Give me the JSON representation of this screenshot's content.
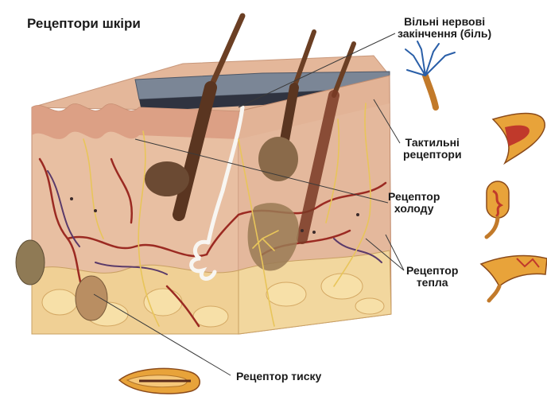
{
  "title": "Рецептори шкіри",
  "labels": {
    "free_nerve_endings": [
      "Вільні нервові",
      "закінчення (біль)"
    ],
    "tactile": [
      "Тактильні",
      "рецептори"
    ],
    "cold": [
      "Рецептор",
      "холоду"
    ],
    "warm": [
      "Рецептор",
      "тепла"
    ],
    "pressure": "Рецептор тиску"
  },
  "colors": {
    "skin": "#e9c2a3",
    "epidermis": "#dba78f",
    "dermis": "#e3b99c",
    "hypodermis_fat": "#f1d49a",
    "vessel_red": "#9b2a22",
    "vessel_blue": "#5a3a6a",
    "nerve_yellow": "#e8c55a",
    "hair": "#6b3f24",
    "gland": "#8a6a4a",
    "text": "#1a1a1a"
  }
}
